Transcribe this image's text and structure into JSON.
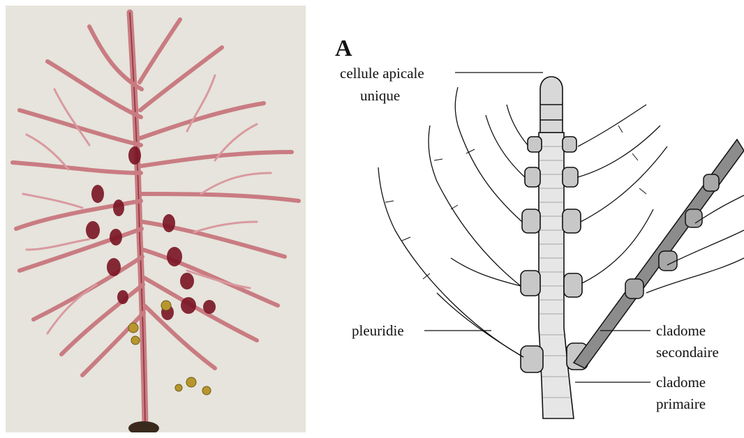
{
  "panel_label": "A",
  "labels": {
    "apical_line1": "cellule apicale",
    "apical_line2": "unique",
    "pleuridie": "pleuridie",
    "secondary_line1": "cladome",
    "secondary_line2": "secondaire",
    "primary_line1": "cladome",
    "primary_line2": "primaire"
  },
  "colors": {
    "photo_background": "#e6e4dc",
    "thallus": "#c97c82",
    "thallus_dark": "#8e2f3a",
    "sporangia": "#7a1424",
    "spores_yellow": "#b8962e",
    "ink": "#111111",
    "cell_shade": "#c8c8c8"
  }
}
